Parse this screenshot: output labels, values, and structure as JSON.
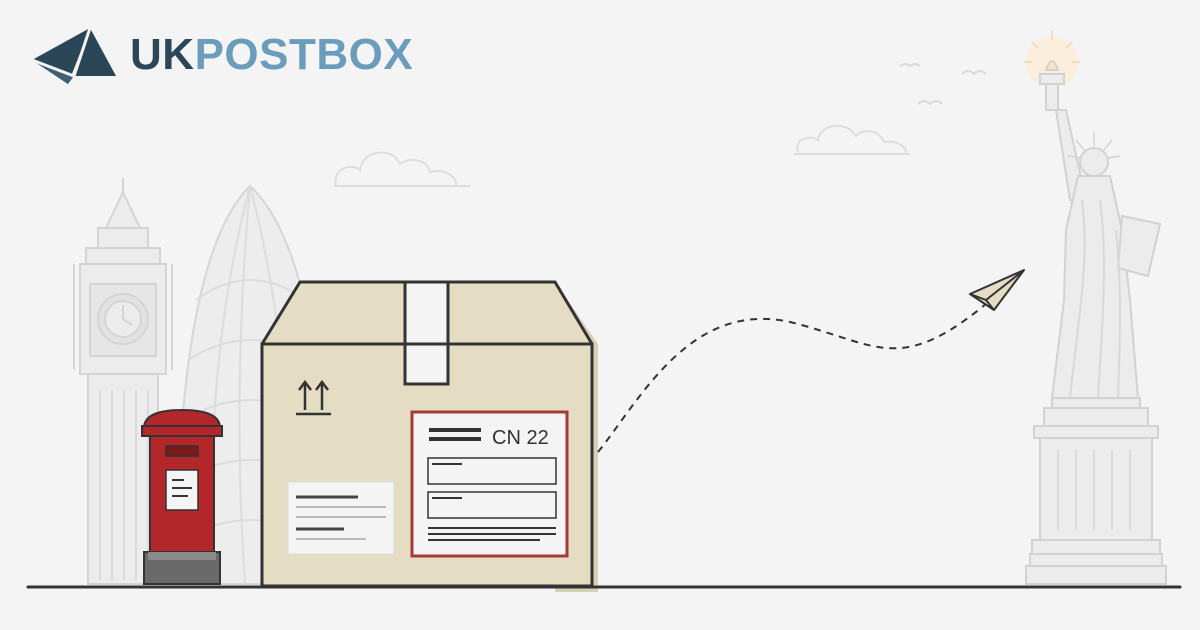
{
  "brand": {
    "name_part_1": "UK",
    "name_part_2": "POSTBOX",
    "logo_icon": "paper-plane-triangle-icon"
  },
  "customs_label": {
    "title": "CN 22"
  },
  "colors": {
    "background": "#f4f4f4",
    "brand_dark": "#2b4757",
    "brand_light": "#6a9dbc",
    "box_fill": "#e5dcc4",
    "box_outline": "#333333",
    "postbox_red": "#b3262a",
    "label_red": "#a33a36",
    "landmark_grey": "#d5d5d5"
  },
  "illustration": {
    "left_landmarks": [
      "big-ben-icon",
      "gherkin-tower-icon",
      "red-postbox-icon"
    ],
    "right_landmark": "statue-of-liberty-icon",
    "flight": "paper-plane-icon"
  }
}
